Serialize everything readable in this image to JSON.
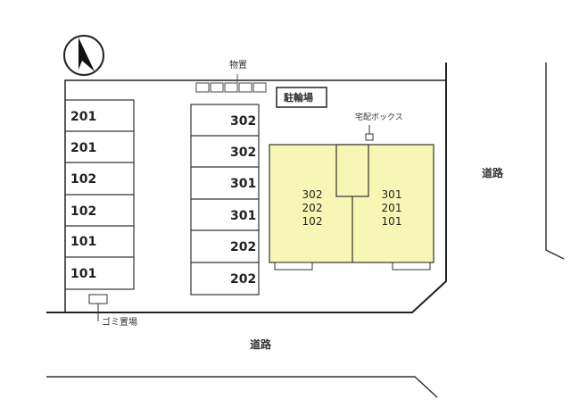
{
  "labels": {
    "storage": "物置",
    "bicycle_parking": "駐輪場",
    "delivery_box": "宅配ボックス",
    "garbage": "ゴミ置場",
    "road_right": "道路",
    "road_bottom": "道路"
  },
  "parking_left": [
    "201",
    "201",
    "102",
    "102",
    "101",
    "101"
  ],
  "parking_middle": [
    "302",
    "302",
    "301",
    "301",
    "202",
    "202"
  ],
  "building": {
    "left_units": [
      "302",
      "202",
      "102"
    ],
    "right_units": [
      "301",
      "201",
      "101"
    ],
    "color": "#f7f6b5"
  }
}
